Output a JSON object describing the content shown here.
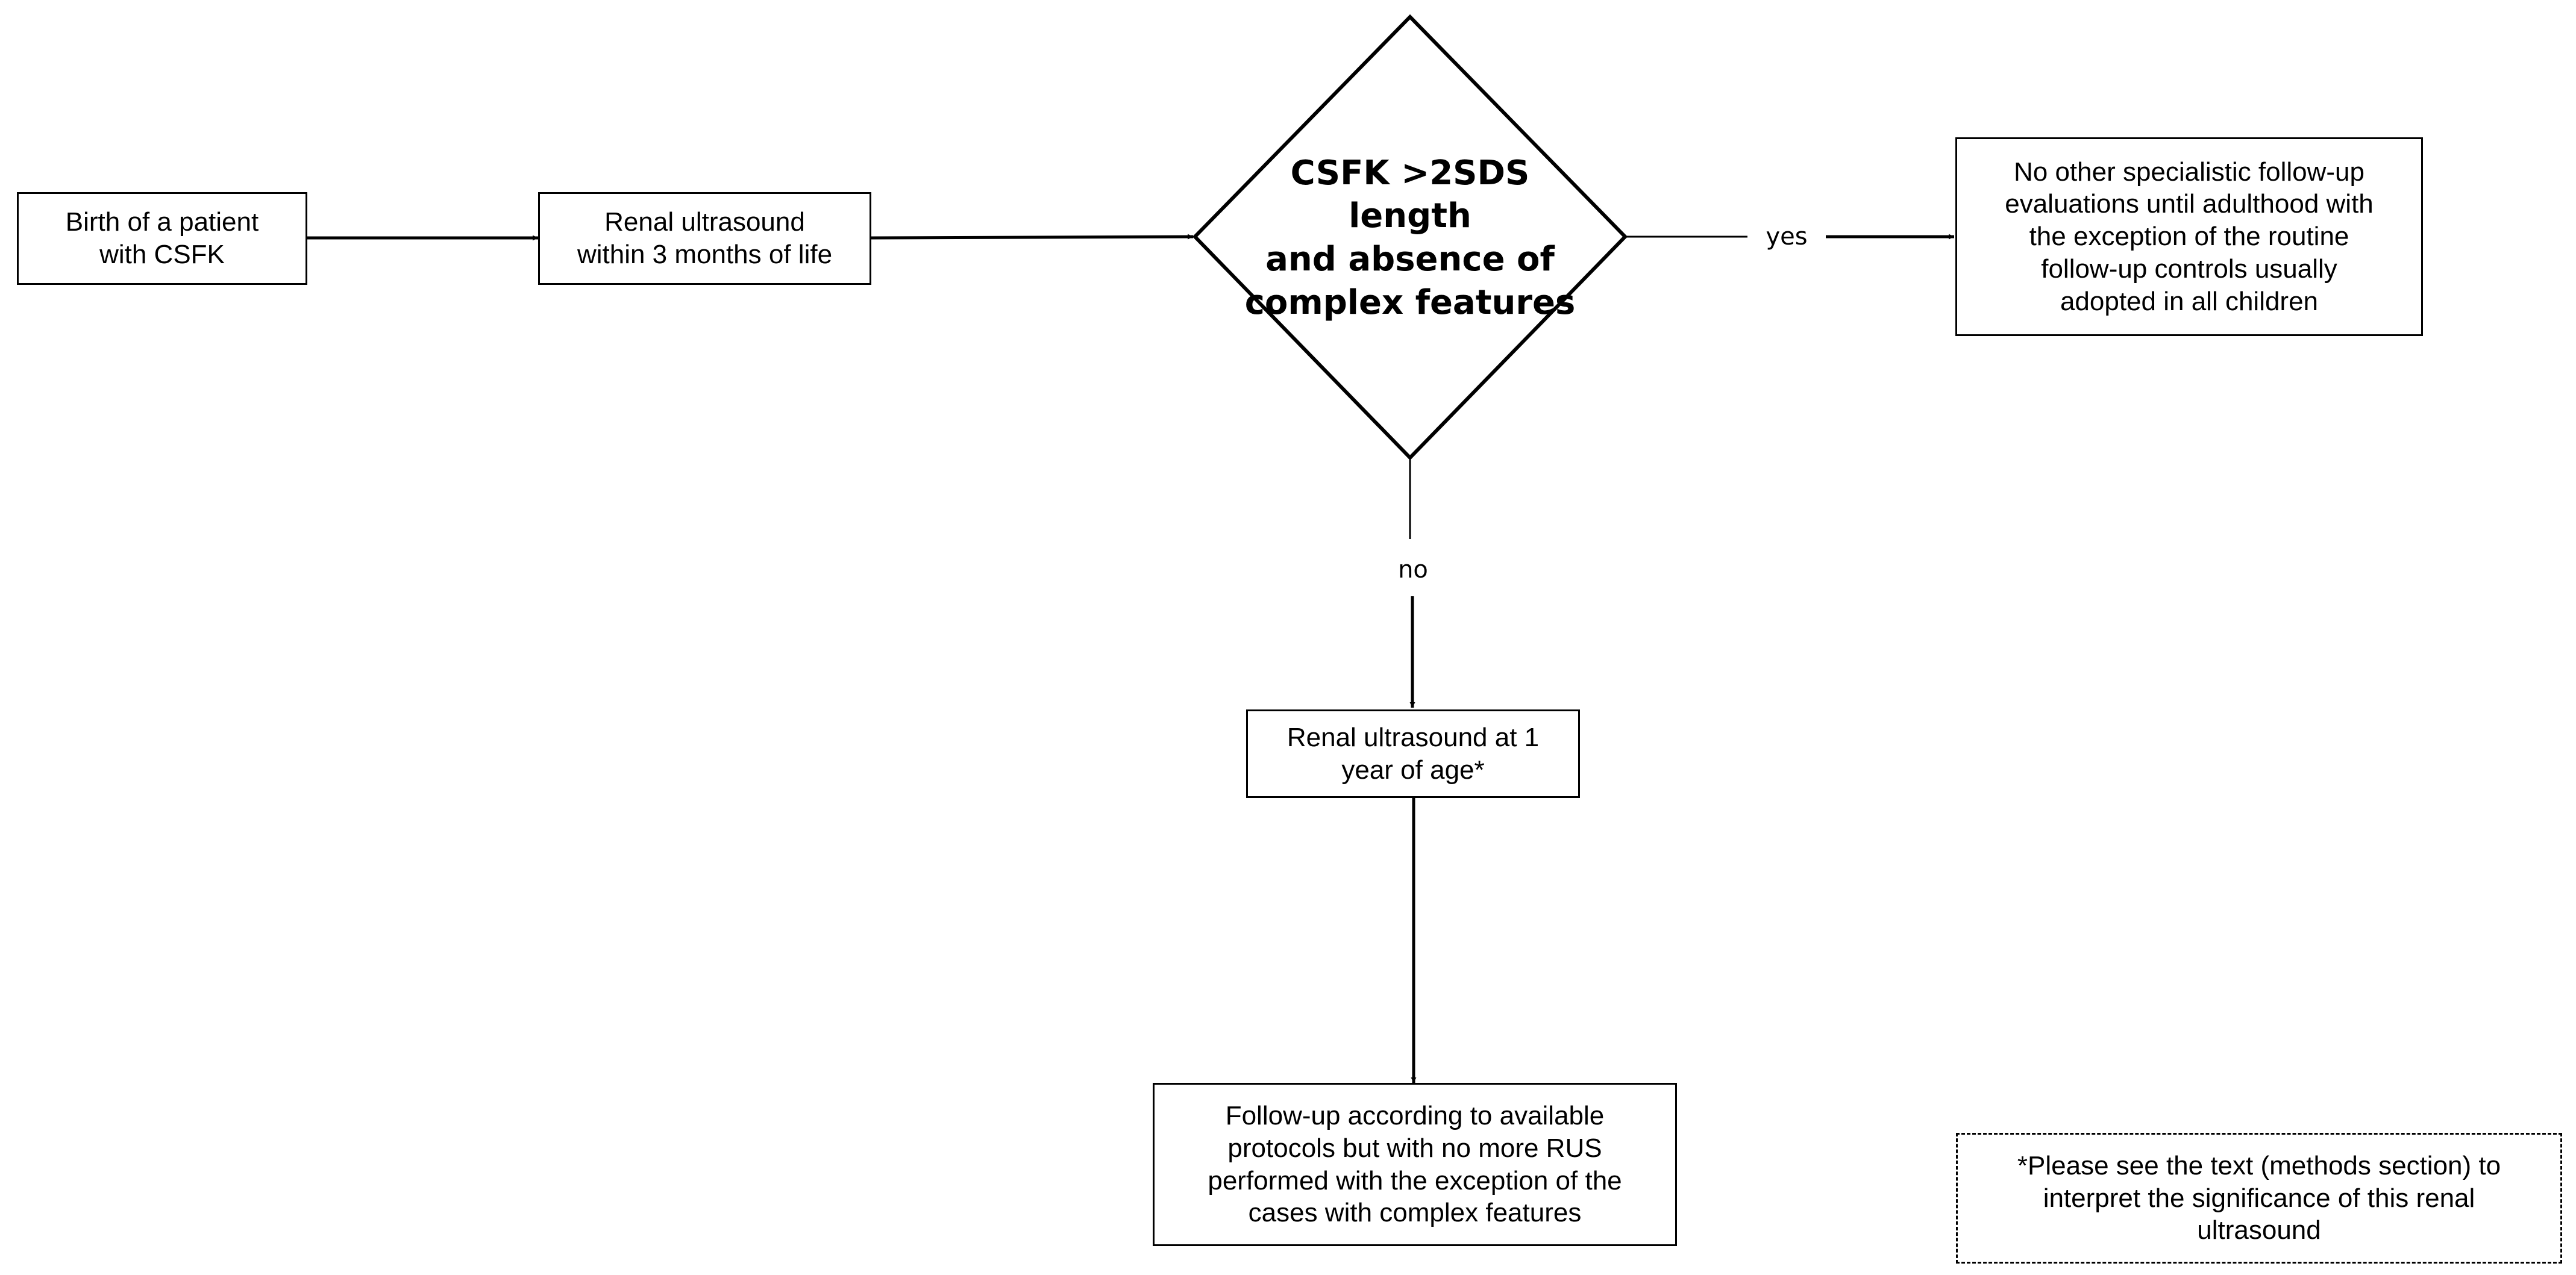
{
  "flowchart": {
    "nodes": {
      "birth": "Birth of a patient\nwith CSFK",
      "rus_3m": "Renal ultrasound\nwithin 3 months of life",
      "decision": "CSFK >2SDS length\nand absence of\ncomplex features",
      "no_followup": "No other specialistic follow-up\nevaluations until adulthood with\nthe exception of the routine\nfollow-up controls usually\nadopted in all children",
      "rus_1y": "Renal ultrasound at 1\nyear of age*",
      "followup_protocols": "Follow-up according to available\nprotocols but with no more RUS\nperformed with the exception of the\ncases with complex features",
      "footnote": "*Please see the text (methods section) to\ninterpret the significance of this renal\nultrasound"
    },
    "edge_labels": {
      "yes": "yes",
      "no": "no"
    }
  }
}
